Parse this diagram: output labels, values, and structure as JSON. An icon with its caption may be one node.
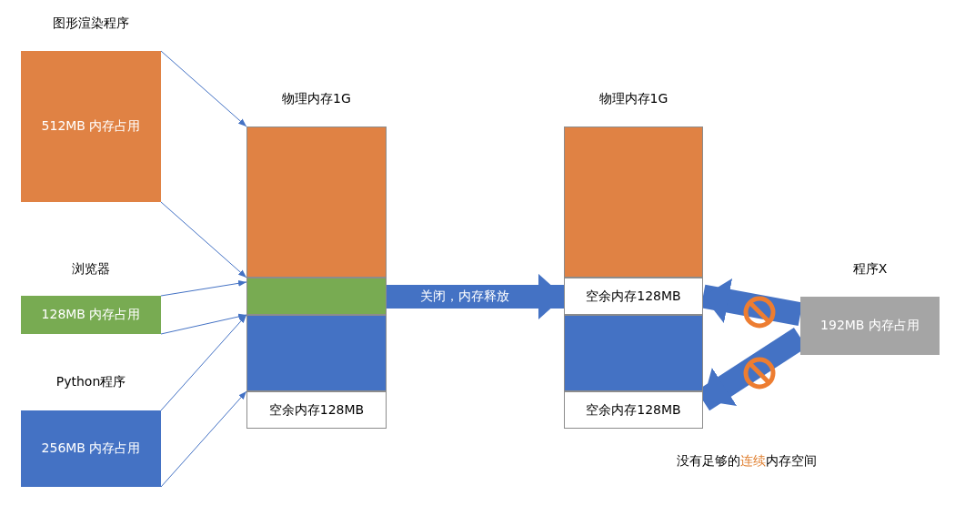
{
  "diagram": {
    "nodes": [
      {
        "text": [
          "图形渲染程序",
          "512MB 内存占用"
        ]
      },
      {
        "text": [
          "浏览器",
          "128MB 内存占用"
        ]
      },
      {
        "text": [
          "Python程序",
          "256MB 内存占用"
        ]
      },
      {
        "text": [
          "物理内存1G"
        ]
      },
      {
        "text": [],
        "shape": "box",
        "in": 3
      },
      {
        "text": [],
        "shape": "box",
        "in": 3
      },
      {
        "text": [],
        "shape": "box",
        "in": 3
      },
      {
        "text": [
          "空余内存128MB"
        ],
        "in": 3
      },
      {
        "text": [
          "物理内存1G"
        ]
      },
      {
        "text": [],
        "shape": "box",
        "in": 8
      },
      {
        "text": [
          "空余内存128MB"
        ],
        "in": 8
      },
      {
        "text": [],
        "shape": "box",
        "in": 8
      },
      {
        "text": [
          "空余内存128MB"
        ],
        "in": 8
      },
      {
        "text": [
          "程序X",
          "192MB 内存占用"
        ]
      }
    ],
    "edges": [
      {
        "from": 0,
        "to": 4,
        "arrow": "to"
      },
      {
        "from": 0,
        "to": 4,
        "arrow": "to"
      },
      {
        "from": 1,
        "to": 5,
        "arrow": "to"
      },
      {
        "from": 1,
        "to": 5,
        "arrow": "to"
      },
      {
        "from": 2,
        "to": 6,
        "arrow": "to"
      },
      {
        "from": 2,
        "to": 6,
        "arrow": "to"
      },
      {
        "from": 3,
        "to": 8,
        "arrow": "to",
        "label": "关闭，内存释放",
        "style": "thick"
      },
      {
        "from": 13,
        "to": 10,
        "arrow": "to",
        "style": "thick"
      },
      {
        "from": 13,
        "to": 12,
        "arrow": "to",
        "style": "thick"
      }
    ],
    "labels": [
      "没有足够的**连续**内存空间"
    ]
  }
}
